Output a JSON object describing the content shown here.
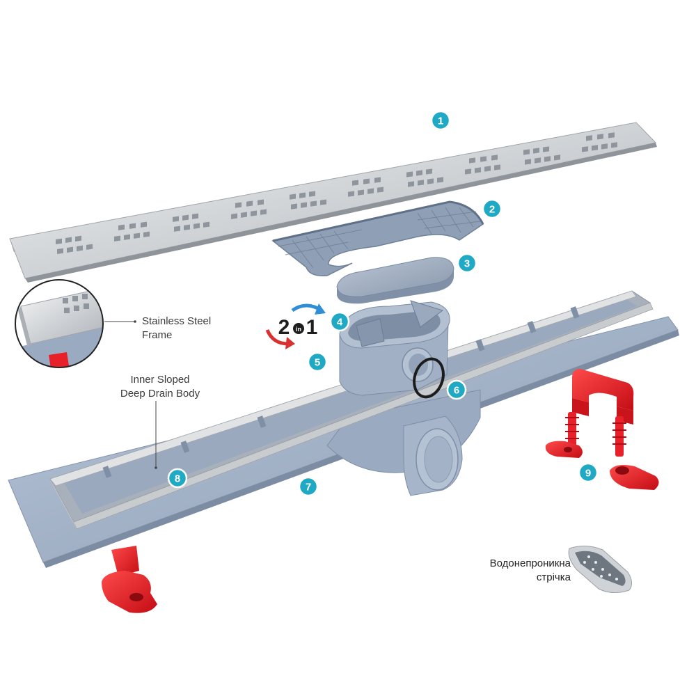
{
  "parts": {
    "grate": {
      "number": "1"
    },
    "hair_trap": {
      "number": "2"
    },
    "cover": {
      "number": "3"
    },
    "siphon": {
      "number": "4"
    },
    "outlet": {
      "number": "5"
    },
    "seal_ring": {
      "number": "6"
    },
    "base_plate": {
      "number": "7"
    },
    "channel": {
      "number": "8"
    },
    "legs": {
      "number": "9"
    }
  },
  "badge_2in1": {
    "left": "2",
    "middle": "in",
    "right": "1"
  },
  "callouts": {
    "frame": {
      "line1": "Stainless Steel",
      "line2": "Frame"
    },
    "body": {
      "line1": "Inner Sloped",
      "line2": "Deep Drain Body"
    },
    "tape": {
      "line1": "Водонепроникна",
      "line2": "стрічка"
    }
  },
  "colors": {
    "badge": "#1fa9c4",
    "steel": "#c9ccd0",
    "plastic_blue": "#9fb0c6",
    "legs_red": "#e8202a"
  },
  "icons": [
    "rotate-arrows-icon",
    "callout-line-icon"
  ]
}
